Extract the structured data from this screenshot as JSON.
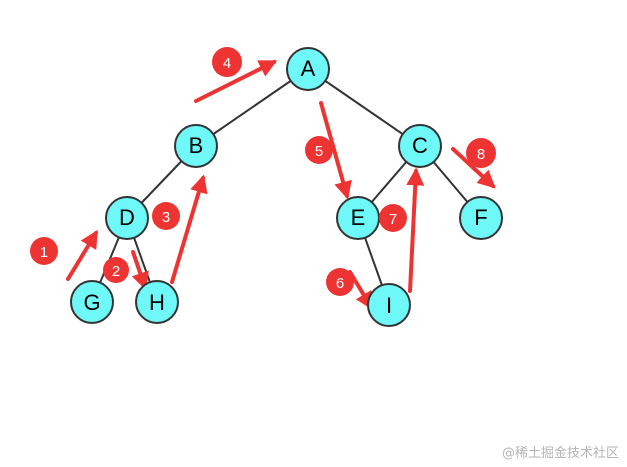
{
  "nodes": {
    "A": "A",
    "B": "B",
    "C": "C",
    "D": "D",
    "E": "E",
    "F": "F",
    "G": "G",
    "H": "H",
    "I": "I"
  },
  "steps": [
    "1",
    "2",
    "3",
    "4",
    "5",
    "6",
    "7",
    "8"
  ],
  "watermark": "@稀土掘金技术社区",
  "colors": {
    "node_fill": "#6ff8f8",
    "node_stroke": "#333333",
    "edge": "#333333",
    "arrow": "#ee3333",
    "badge": "#ee3333",
    "badge_text": "#ffffff"
  }
}
